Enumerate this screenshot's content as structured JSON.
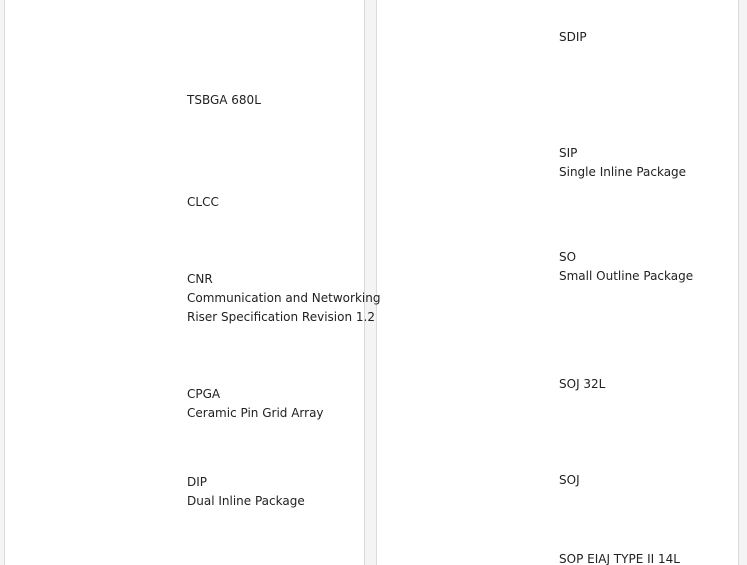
{
  "left_column": [
    {
      "id": "bga",
      "lines": []
    },
    {
      "id": "tsbga",
      "lines": [
        "TSBGA 680L"
      ]
    },
    {
      "id": "clcc",
      "lines": [
        "CLCC"
      ]
    },
    {
      "id": "cnr",
      "lines": [
        "CNR",
        "Communication and Networking",
        "Riser Specification Revision 1.2"
      ]
    },
    {
      "id": "cpga",
      "lines": [
        "CPGA",
        "Ceramic Pin Grid Array"
      ]
    },
    {
      "id": "dip",
      "lines": [
        "DIP",
        "Dual Inline Package"
      ]
    }
  ],
  "right_column": [
    {
      "id": "sdip",
      "lines": [
        "SDIP"
      ]
    },
    {
      "id": "sip",
      "lines": [
        "SIP",
        "Single Inline Package"
      ]
    },
    {
      "id": "so",
      "lines": [
        "SO",
        "Small Outline Package"
      ]
    },
    {
      "id": "soj32",
      "lines": [
        "SOJ 32L"
      ]
    },
    {
      "id": "soj",
      "lines": [
        "SOJ"
      ]
    },
    {
      "id": "sop",
      "lines": [
        "SOP EIAJ TYPE II 14L"
      ]
    }
  ],
  "colors": {
    "chip_body": "#2b2b2b",
    "bga_green": "#2e8b2e",
    "substrate_brown": "#a0784c",
    "gold": "#d4a82a",
    "cpga_purple": "#5e4a6e",
    "soj_blue": "#1c2a6a"
  }
}
